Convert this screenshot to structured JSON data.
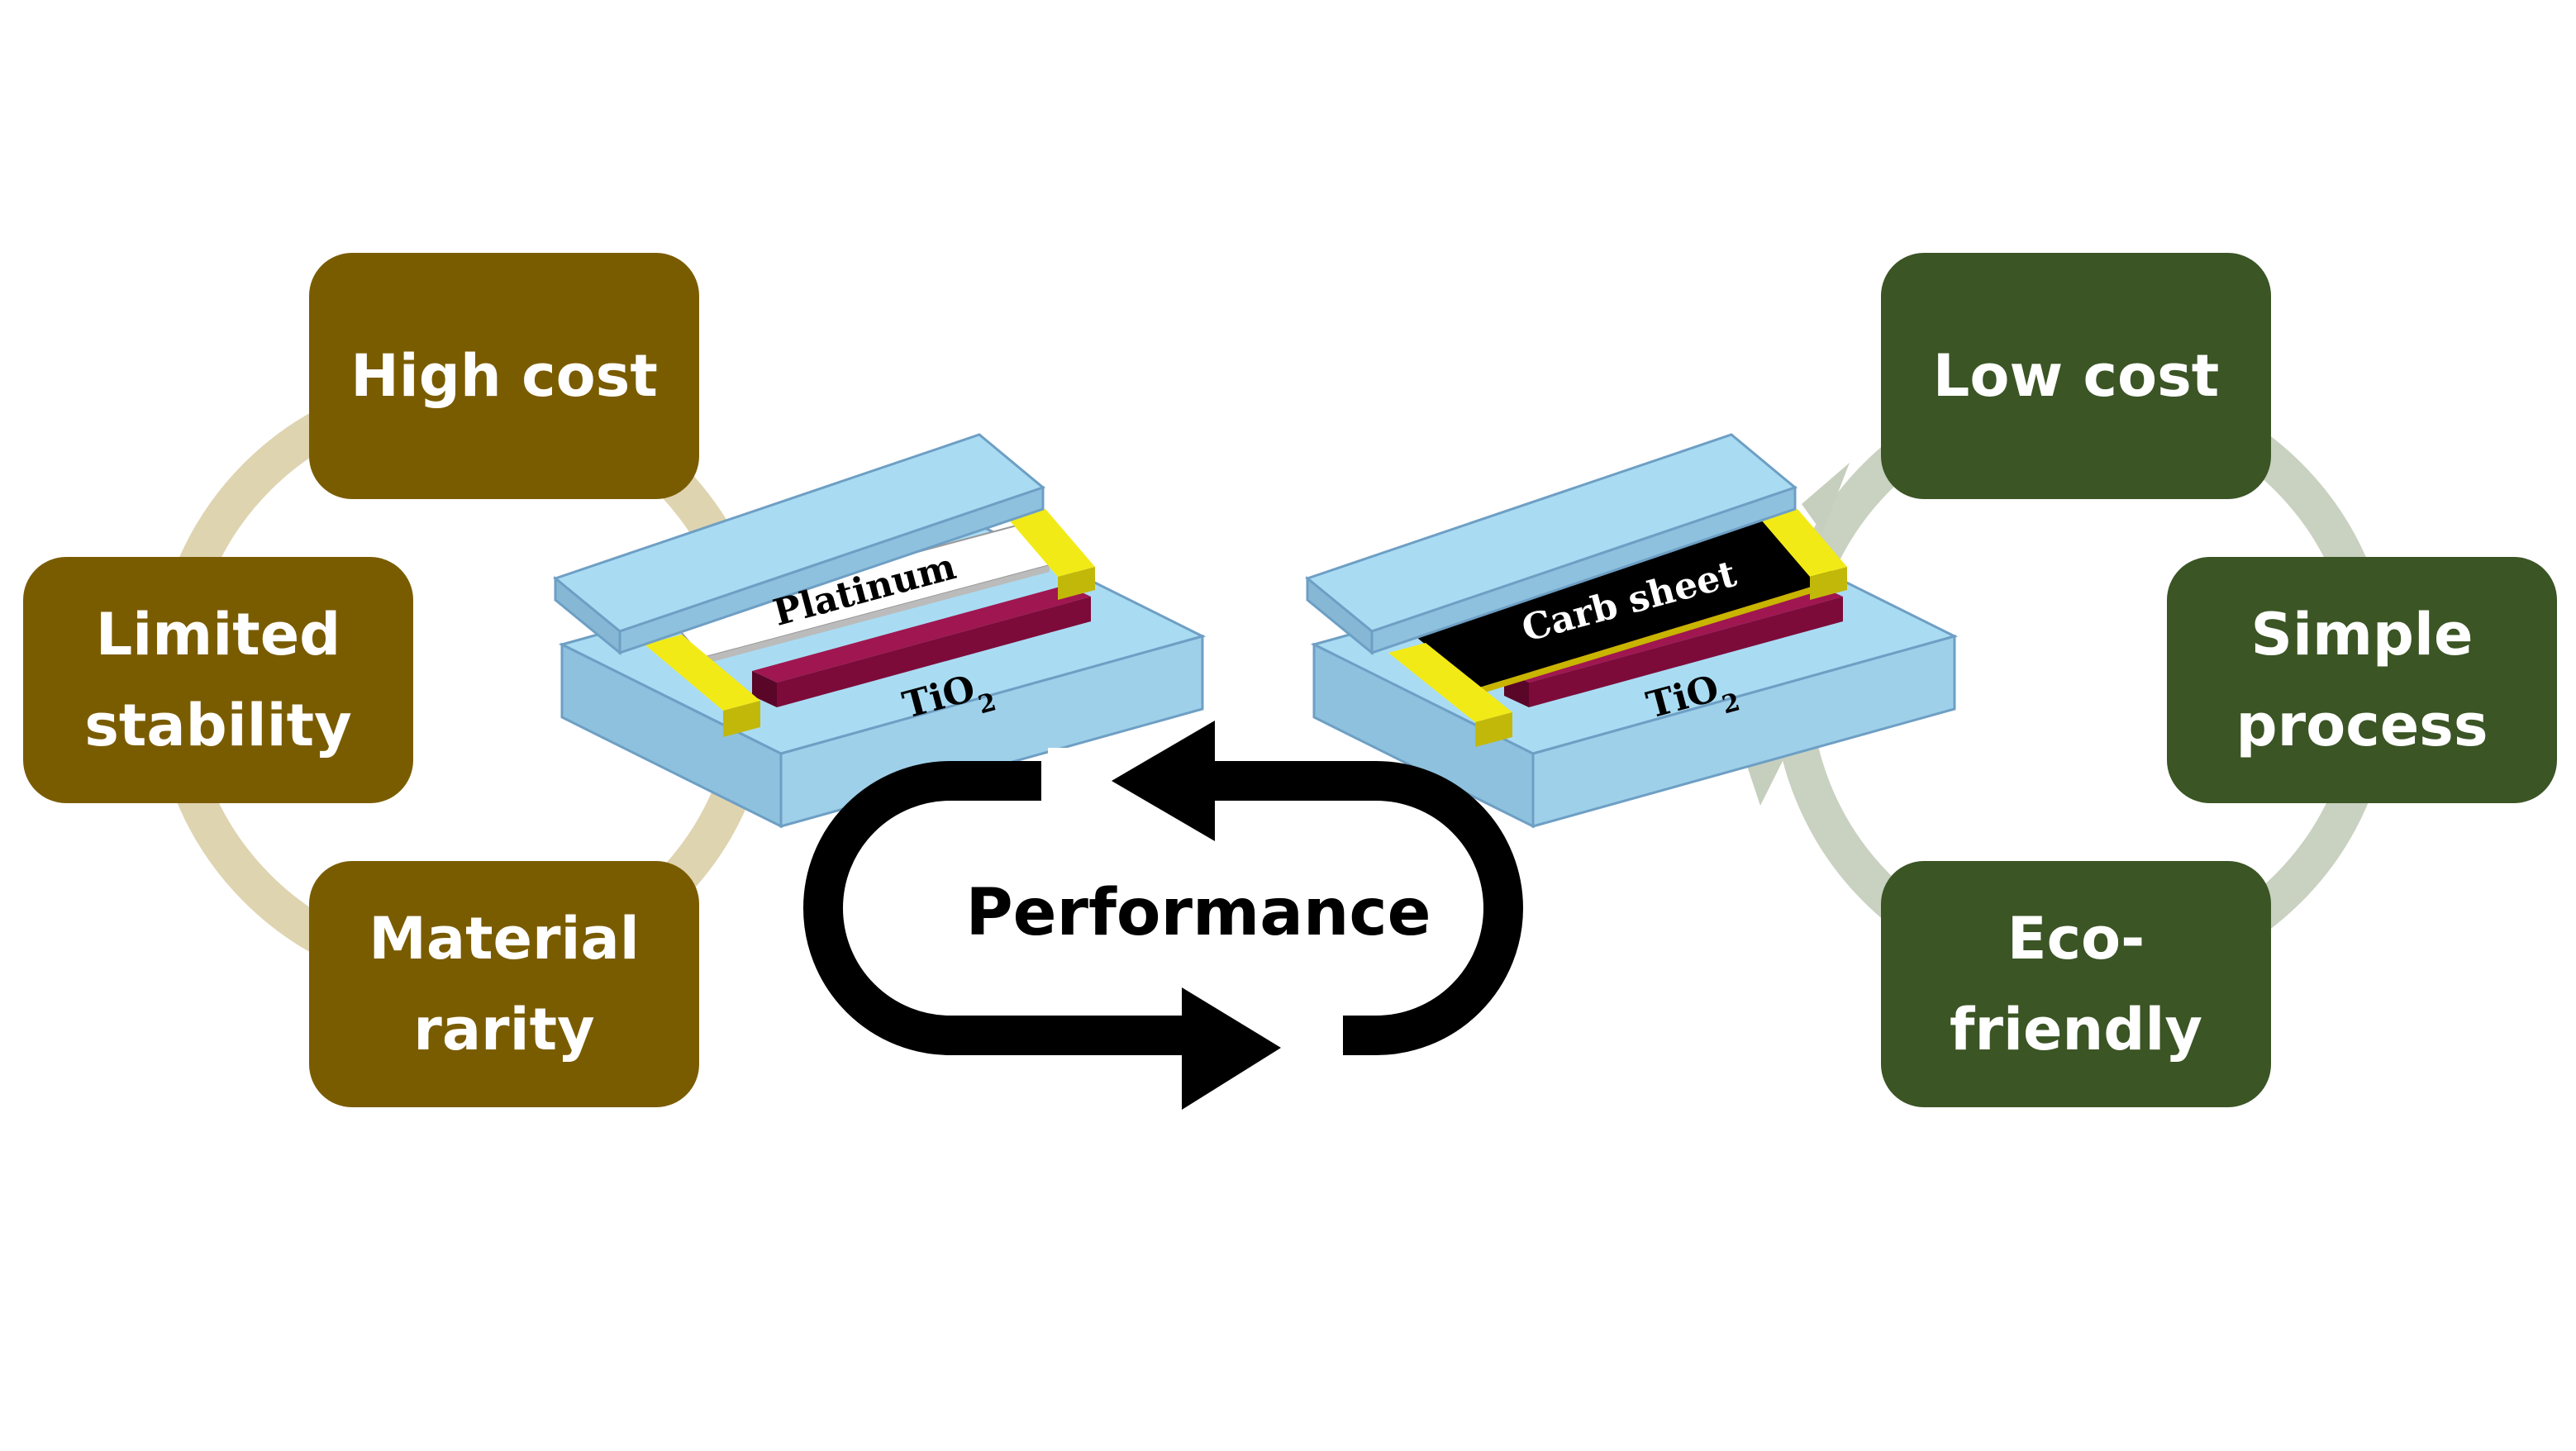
{
  "left_cycle": {
    "color": "#7a5c00",
    "ring_color": "#ddd2ac",
    "items": [
      {
        "label": "High cost"
      },
      {
        "label": "Limited\nstability"
      },
      {
        "label": "Material\nrarity"
      }
    ]
  },
  "right_cycle": {
    "color": "#3b5525",
    "ring_color": "#c6cfbd",
    "items": [
      {
        "label": "Low cost"
      },
      {
        "label": "Simple\nprocess"
      },
      {
        "label": "Eco-\nfriendly"
      }
    ]
  },
  "left_device": {
    "electrode_label": "Platinum",
    "substrate_label": "TiO2",
    "electrode_color": "#ffffff"
  },
  "right_device": {
    "electrode_label": "Carb sheet",
    "substrate_label": "TiO2",
    "electrode_color": "#000000"
  },
  "center": {
    "label": "Performance"
  },
  "colors": {
    "glass": "#a9dcf3",
    "glass_edge": "#6e9fc4",
    "spacer": "#f2ea16",
    "tio2_bar": "#7d0b3a"
  }
}
